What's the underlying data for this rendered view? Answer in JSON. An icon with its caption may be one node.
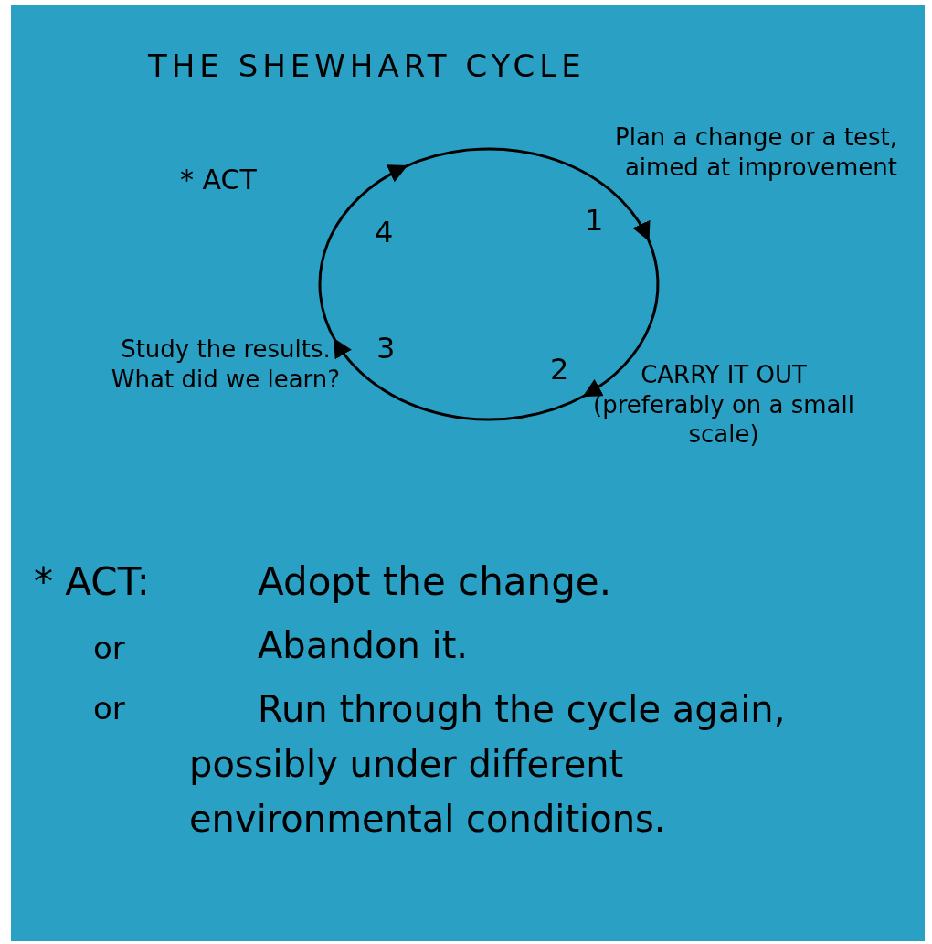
{
  "diagram": {
    "title": "THE SHEWHART CYCLE",
    "labels": [
      "* ACT",
      "Plan a change or a test, aimed at improvement",
      "1",
      "4",
      "3",
      "2",
      "Study the results. What did we learn?",
      "CARRY IT OUT (preferably on a small scale)",
      "* ACT:",
      "Adopt the change.",
      "or",
      "Abandon it.",
      "or",
      "Run through the cycle again, possibly under different environmental conditions."
    ]
  }
}
